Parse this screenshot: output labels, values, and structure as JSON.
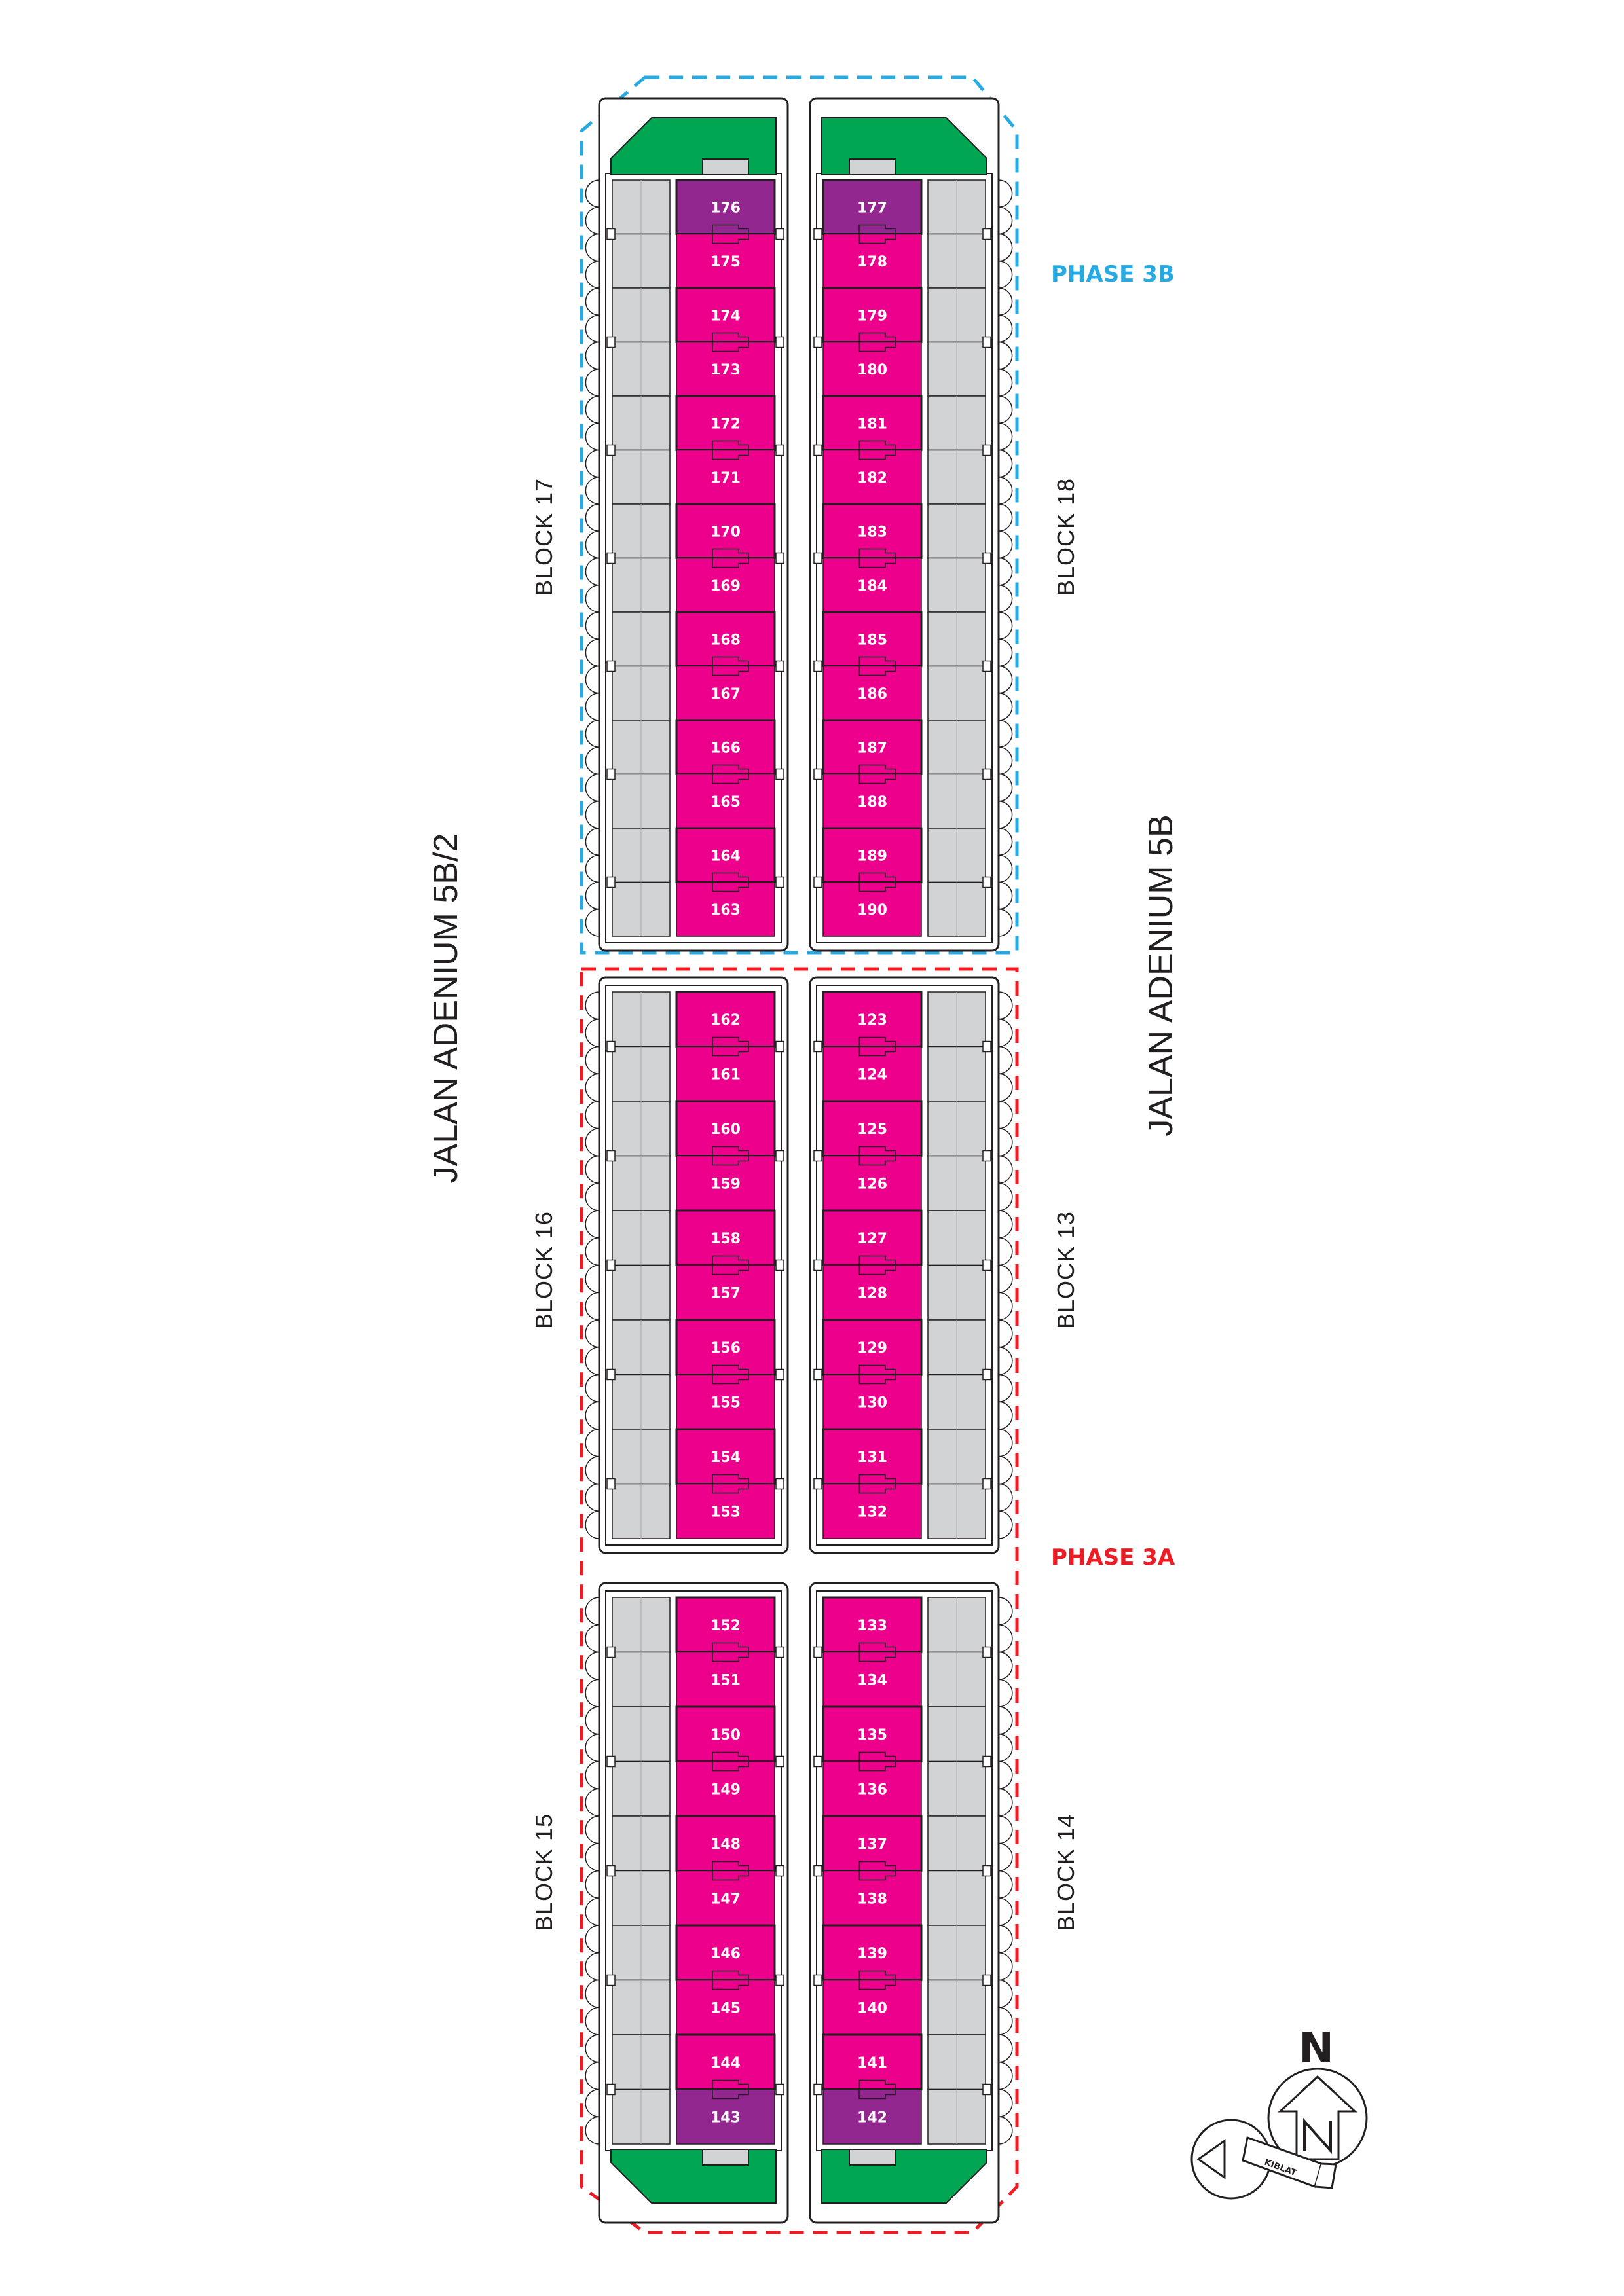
{
  "streets": {
    "west": "JALAN ADENIUM 5B/2",
    "east": "JALAN ADENIUM 5B"
  },
  "phases": {
    "phase_3b": {
      "label": "PHASE 3B",
      "color": "#27aae1"
    },
    "phase_3a": {
      "label": "PHASE 3A",
      "color": "#ed1c24"
    }
  },
  "blocks": {
    "block_17": {
      "label": "BLOCK 17",
      "lots": [
        "176",
        "175",
        "174",
        "173",
        "172",
        "171",
        "170",
        "169",
        "168",
        "167",
        "166",
        "165",
        "164",
        "163"
      ]
    },
    "block_18": {
      "label": "BLOCK 18",
      "lots": [
        "177",
        "178",
        "179",
        "180",
        "181",
        "182",
        "183",
        "184",
        "185",
        "186",
        "187",
        "188",
        "189",
        "190"
      ]
    },
    "block_16": {
      "label": "BLOCK 16",
      "lots": [
        "162",
        "161",
        "160",
        "159",
        "158",
        "157",
        "156",
        "155",
        "154",
        "153"
      ]
    },
    "block_13": {
      "label": "BLOCK 13",
      "lots": [
        "123",
        "124",
        "125",
        "126",
        "127",
        "128",
        "129",
        "130",
        "131",
        "132"
      ]
    },
    "block_15": {
      "label": "BLOCK 15",
      "lots": [
        "152",
        "151",
        "150",
        "149",
        "148",
        "147",
        "146",
        "145",
        "144",
        "143"
      ]
    },
    "block_14": {
      "label": "BLOCK 14",
      "lots": [
        "133",
        "134",
        "135",
        "136",
        "137",
        "138",
        "139",
        "140",
        "141",
        "142"
      ]
    }
  },
  "corner_lots": [
    "176",
    "177",
    "143",
    "142"
  ],
  "compass": {
    "north": "N",
    "kiblat": "KIBLAT"
  },
  "colors": {
    "lot": "#ec008c",
    "corner_lot": "#92278f",
    "green_space": "#00a651",
    "backyard": "#d1d3d4",
    "outline": "#231f20"
  }
}
